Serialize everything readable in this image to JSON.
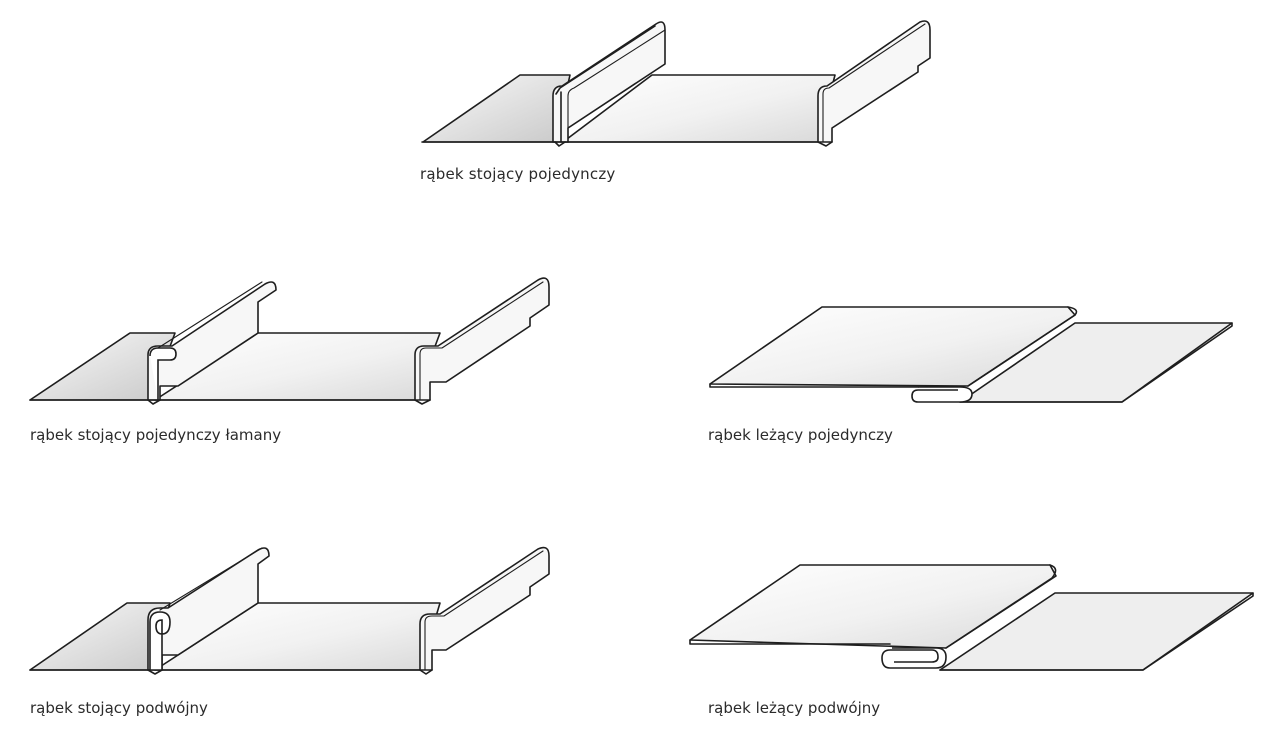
{
  "diagrams": [
    {
      "id": "single-standing",
      "label": "rąbek stojący pojedynczy"
    },
    {
      "id": "single-standing-bent",
      "label": "rąbek stojący pojedynczy łamany"
    },
    {
      "id": "single-flat",
      "label": "rąbek leżący pojedynczy"
    },
    {
      "id": "double-standing",
      "label": "rąbek stojący podwójny"
    },
    {
      "id": "double-flat",
      "label": "rąbek leżący podwójny"
    }
  ]
}
